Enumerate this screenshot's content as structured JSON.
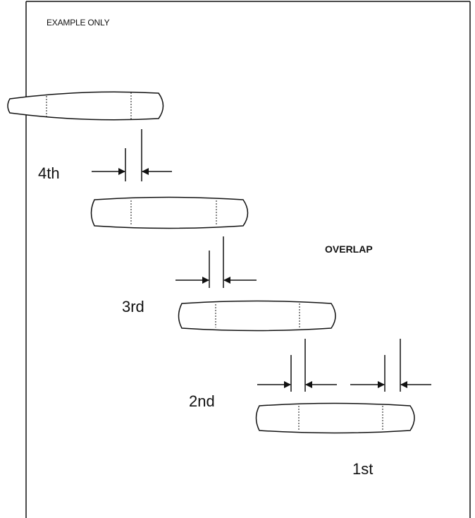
{
  "header_note": "EXAMPLE ONLY",
  "overlap_label": "OVERLAP",
  "order_labels": {
    "fourth": "4th",
    "third": "3rd",
    "second": "2nd",
    "first": "1st"
  },
  "colors": {
    "line": "#111111",
    "background": "#ffffff"
  }
}
